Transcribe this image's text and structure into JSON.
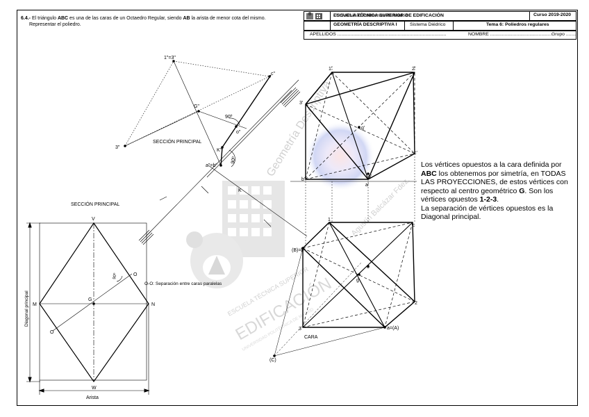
{
  "problem": {
    "number": "6.4.-",
    "text_a": "El triángulo ",
    "abc": "ABC",
    "text_b": " es una de las caras de un Octaedro Regular, siendo ",
    "ab": "AB",
    "text_c": " la arista de menor cota del mismo.",
    "line2": "Representar el poliedro."
  },
  "header": {
    "school": "ESCUELA TÉCNICA SUPERIOR DE EDIFICACIÓN",
    "university": " - Universidad Politécnica de Madrid",
    "course": "Curso 2019-2020",
    "subject": "GEOMETRÍA DESCRIPTIVA I",
    "system": "Sistema Diédrico",
    "topic": "Tema 6: Poliedros regulares",
    "surnames": "APELLIDOS ...................................................................................",
    "name": "NOMBRE ...............................................",
    "group": "Grupo ........"
  },
  "note": {
    "p1_a": "Los vértices opuestos a la cara definida por ",
    "p1_abc": "ABC",
    "p1_b": " los obtenemos por simetría, en TODAS LAS PROYECCIONES, de estos vértices con respecto al centro geométrico ",
    "p1_g": "G",
    "p1_c": ". Son los vértices  opuestos ",
    "p1_nums": "1-2-3",
    "p1_end": ".",
    "p2": "La separación de vértices opuestos es la Diagonal principal."
  },
  "labels": {
    "seccion_principal_top": "SECCIÓN PRINCIPAL",
    "seccion_principal_left": "SECCIÓN PRINCIPAL",
    "v13": "1\"=3\"",
    "c2": "c\"",
    "g2": "G\"",
    "o2": "o\"",
    "angle90_a": "90º",
    "angle90_b": "90º",
    "three2": "3\"",
    "k2": "K\"",
    "ab2": "a\"=b\"",
    "k": "K",
    "V": "V",
    "M": "M",
    "G": "G",
    "N": "N",
    "O1": "O",
    "O2": "O",
    "W": "W",
    "angle90_c": "90º",
    "oo_sep": "O-O: Separación entre caras paralelas",
    "diagonal": "Diagonal principal",
    "arista": "Arista",
    "one_p": "1'",
    "two_p": "2'",
    "three_p": "3'",
    "c_p": "c'",
    "g_p": "g'",
    "o_p": "o'",
    "b_p": "b'",
    "a_p": "a'",
    "one": "1",
    "c": "c",
    "bB": "(B)=b",
    "o": "o",
    "g": "g",
    "two": "2",
    "three": "3",
    "aA": "a=(A)",
    "cara": "CARA",
    "C": "(C)"
  },
  "watermark": {
    "line1": "Geometría Descriptiva",
    "line2": "Agustín Balcázar Fdez.",
    "line3": "ESCUELA TÉCNICA SUPERIOR",
    "line4": "EDIFICACIÓN",
    "line5": "UNIVERSIDAD POLITÉCNICA DE MADRID"
  }
}
